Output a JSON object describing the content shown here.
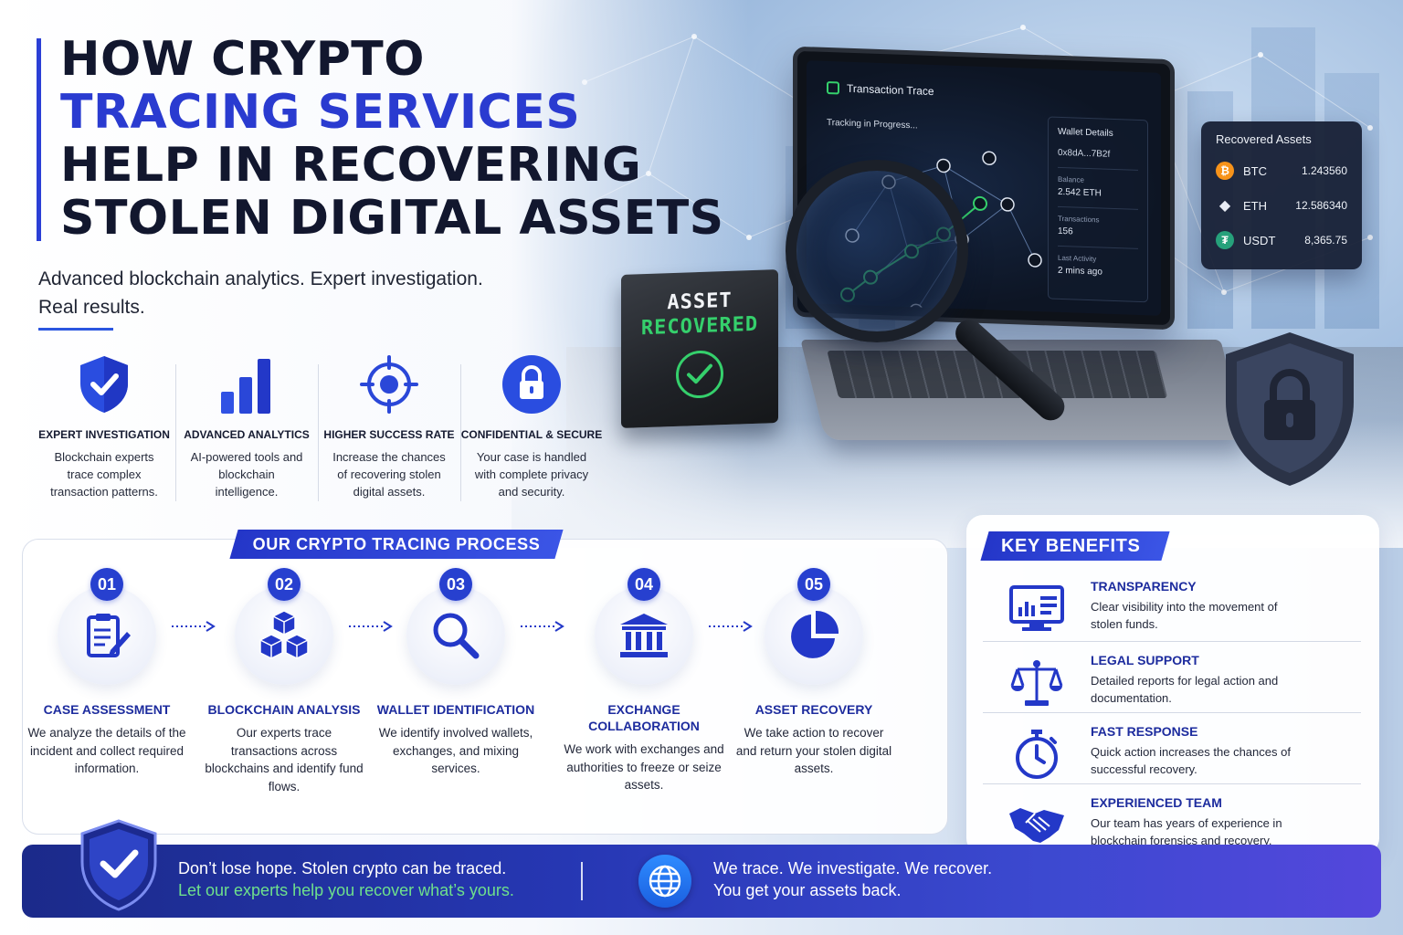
{
  "title": {
    "line1": "HOW CRYPTO",
    "line2": "TRACING SERVICES",
    "line3": "HELP IN RECOVERING",
    "line4": "STOLEN DIGITAL ASSETS"
  },
  "subtitle": "Advanced blockchain analytics. Expert investigation. Real results.",
  "features": [
    {
      "icon": "shield-check-icon",
      "title": "EXPERT INVESTIGATION",
      "desc": "Blockchain experts trace complex transaction patterns."
    },
    {
      "icon": "bar-chart-icon",
      "title": "ADVANCED ANALYTICS",
      "desc": "AI-powered tools and blockchain intelligence."
    },
    {
      "icon": "target-icon",
      "title": "HIGHER SUCCESS RATE",
      "desc": "Increase the chances of recovering stolen digital assets."
    },
    {
      "icon": "lock-icon",
      "title": "CONFIDENTIAL & SECURE",
      "desc": "Your case is handled with complete privacy and security."
    }
  ],
  "laptop": {
    "app_title": "Transaction Trace",
    "status": "Tracking in Progress...",
    "wallet": {
      "title": "Wallet Details",
      "address": "0x8dA...7B2f",
      "balance_label": "Balance",
      "balance_value": "2.542 ETH",
      "tx_label": "Transactions",
      "tx_value": "156",
      "activity_label": "Last Activity",
      "activity_value": "2 mins ago"
    }
  },
  "plaque": {
    "line1": "ASSET",
    "line2": "RECOVERED"
  },
  "recovered_assets": {
    "title": "Recovered Assets",
    "rows": [
      {
        "name": "BTC",
        "value": "1.243560",
        "color": "#f7931a",
        "glyph": "₿"
      },
      {
        "name": "ETH",
        "value": "12.586340",
        "color": "#e8ecf4",
        "glyph": "◆"
      },
      {
        "name": "USDT",
        "value": "8,365.75",
        "color": "#26a17b",
        "glyph": "₮"
      }
    ]
  },
  "process": {
    "heading": "OUR CRYPTO TRACING PROCESS",
    "steps": [
      {
        "num": "01",
        "icon": "clipboard-icon",
        "title": "CASE ASSESSMENT",
        "desc": "We analyze the details of the incident and collect required information."
      },
      {
        "num": "02",
        "icon": "blocks-icon",
        "title": "BLOCKCHAIN ANALYSIS",
        "desc": "Our experts trace transactions across blockchains and identify fund flows."
      },
      {
        "num": "03",
        "icon": "magnifier-icon",
        "title": "WALLET IDENTIFICATION",
        "desc": "We identify involved wallets, exchanges, and mixing services."
      },
      {
        "num": "04",
        "icon": "bank-icon",
        "title": "EXCHANGE COLLABORATION",
        "desc": "We work with exchanges and authorities to freeze or seize assets."
      },
      {
        "num": "05",
        "icon": "pie-chart-icon",
        "title": "ASSET RECOVERY",
        "desc": "We take action to recover and return your stolen digital assets."
      }
    ]
  },
  "benefits": {
    "heading": "KEY BENEFITS",
    "items": [
      {
        "icon": "monitor-icon",
        "title": "TRANSPARENCY",
        "desc": "Clear visibility into the movement of stolen funds."
      },
      {
        "icon": "scales-icon",
        "title": "LEGAL SUPPORT",
        "desc": "Detailed reports for legal action and documentation."
      },
      {
        "icon": "stopwatch-icon",
        "title": "FAST RESPONSE",
        "desc": "Quick action increases the chances of successful recovery."
      },
      {
        "icon": "handshake-icon",
        "title": "EXPERIENCED TEAM",
        "desc": "Our team has years of experience in blockchain forensics and recovery."
      }
    ]
  },
  "banner": {
    "left_line1": "Don’t lose hope. Stolen crypto can be traced.",
    "left_line2": "Let our experts help you recover what’s yours.",
    "right_line1": "We trace. We investigate. We recover.",
    "right_line2": "You get your assets back."
  },
  "colors": {
    "brand_blue": "#2a3bd0",
    "accent_green": "#35d06c",
    "dark_navy": "#12172e"
  }
}
